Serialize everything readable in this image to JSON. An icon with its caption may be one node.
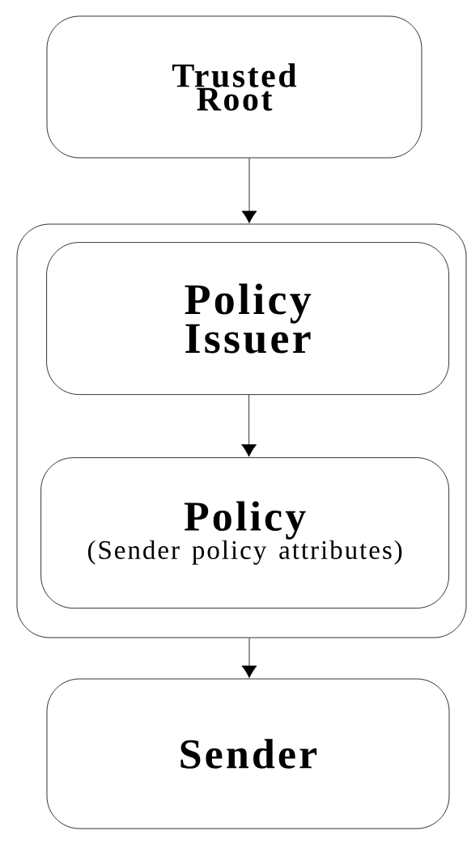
{
  "diagram": {
    "nodes": [
      {
        "text": [
          "Trusted Root"
        ]
      },
      {
        "text": [],
        "shape": "box"
      },
      {
        "text": [
          "Policy Issuer"
        ],
        "in": 1
      },
      {
        "text": [
          "Policy",
          "(Sender policy attributes)"
        ],
        "in": 1
      },
      {
        "text": [
          "Sender"
        ]
      }
    ],
    "edges": [
      {
        "from": 0,
        "to": 1,
        "arrow": "to"
      },
      {
        "from": 2,
        "to": 3,
        "arrow": "to"
      },
      {
        "from": 1,
        "to": 4,
        "arrow": "to"
      }
    ]
  }
}
